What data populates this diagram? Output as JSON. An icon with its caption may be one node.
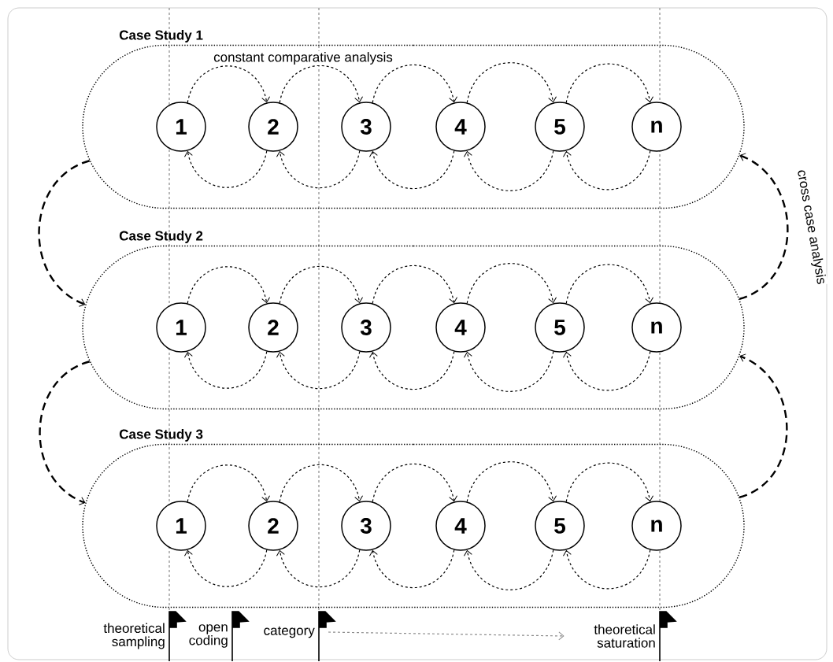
{
  "diagram": {
    "nodes": [
      {
        "text": [
          "Case Study 1"
        ]
      },
      {
        "text": [
          "1"
        ],
        "in": 0
      },
      {
        "text": [
          "2"
        ],
        "in": 0
      },
      {
        "text": [
          "3"
        ],
        "in": 0
      },
      {
        "text": [
          "4"
        ],
        "in": 0
      },
      {
        "text": [
          "5"
        ],
        "in": 0
      },
      {
        "text": [
          "n"
        ],
        "in": 0
      },
      {
        "text": [
          "Case Study 2"
        ]
      },
      {
        "text": [
          "1"
        ],
        "in": 7
      },
      {
        "text": [
          "2"
        ],
        "in": 7
      },
      {
        "text": [
          "3"
        ],
        "in": 7
      },
      {
        "text": [
          "4"
        ],
        "in": 7
      },
      {
        "text": [
          "5"
        ],
        "in": 7
      },
      {
        "text": [
          "n"
        ],
        "in": 7
      },
      {
        "text": [
          "Case Study 3"
        ]
      },
      {
        "text": [
          "1"
        ],
        "in": 14
      },
      {
        "text": [
          "2"
        ],
        "in": 14
      },
      {
        "text": [
          "3"
        ],
        "in": 14
      },
      {
        "text": [
          "4"
        ],
        "in": 14
      },
      {
        "text": [
          "5"
        ],
        "in": 14
      },
      {
        "text": [
          "n"
        ],
        "in": 14
      },
      {
        "text": [
          "theoretical sampling"
        ]
      },
      {
        "text": [
          "open coding"
        ]
      },
      {
        "text": [
          "category"
        ]
      },
      {
        "text": [
          "theoretical saturation"
        ]
      }
    ],
    "edges": [
      {
        "from": 1,
        "to": 2,
        "arrow": "to"
      },
      {
        "from": 2,
        "to": 1,
        "arrow": "to"
      },
      {
        "from": 2,
        "to": 3,
        "arrow": "to"
      },
      {
        "from": 3,
        "to": 2,
        "arrow": "to"
      },
      {
        "from": 3,
        "to": 4,
        "arrow": "to"
      },
      {
        "from": 4,
        "to": 3,
        "arrow": "to"
      },
      {
        "from": 4,
        "to": 5,
        "arrow": "to"
      },
      {
        "from": 5,
        "to": 4,
        "arrow": "to"
      },
      {
        "from": 5,
        "to": 6,
        "arrow": "to"
      },
      {
        "from": 6,
        "to": 5,
        "arrow": "to"
      },
      {
        "from": 8,
        "to": 9,
        "arrow": "to"
      },
      {
        "from": 9,
        "to": 8,
        "arrow": "to"
      },
      {
        "from": 9,
        "to": 10,
        "arrow": "to"
      },
      {
        "from": 10,
        "to": 9,
        "arrow": "to"
      },
      {
        "from": 10,
        "to": 11,
        "arrow": "to"
      },
      {
        "from": 11,
        "to": 10,
        "arrow": "to"
      },
      {
        "from": 11,
        "to": 12,
        "arrow": "to"
      },
      {
        "from": 12,
        "to": 11,
        "arrow": "to"
      },
      {
        "from": 12,
        "to": 13,
        "arrow": "to"
      },
      {
        "from": 13,
        "to": 12,
        "arrow": "to"
      },
      {
        "from": 15,
        "to": 16,
        "arrow": "to"
      },
      {
        "from": 16,
        "to": 15,
        "arrow": "to"
      },
      {
        "from": 16,
        "to": 17,
        "arrow": "to"
      },
      {
        "from": 17,
        "to": 16,
        "arrow": "to"
      },
      {
        "from": 17,
        "to": 18,
        "arrow": "to"
      },
      {
        "from": 18,
        "to": 17,
        "arrow": "to"
      },
      {
        "from": 18,
        "to": 19,
        "arrow": "to"
      },
      {
        "from": 19,
        "to": 18,
        "arrow": "to"
      },
      {
        "from": 19,
        "to": 20,
        "arrow": "to"
      },
      {
        "from": 20,
        "to": 19,
        "arrow": "to"
      },
      {
        "from": 0,
        "to": 7,
        "arrow": "to",
        "style": "dashed"
      },
      {
        "from": 7,
        "to": 14,
        "arrow": "to",
        "style": "dashed"
      },
      {
        "from": 14,
        "to": 7,
        "arrow": "to",
        "style": "dashed"
      },
      {
        "from": 7,
        "to": 0,
        "arrow": "to",
        "style": "dashed",
        "label": "cross case analysis"
      },
      {
        "from": 23,
        "to": 24,
        "arrow": "to",
        "color": "#8c8c8c"
      }
    ],
    "labels": [
      "constant comparative analysis"
    ]
  }
}
